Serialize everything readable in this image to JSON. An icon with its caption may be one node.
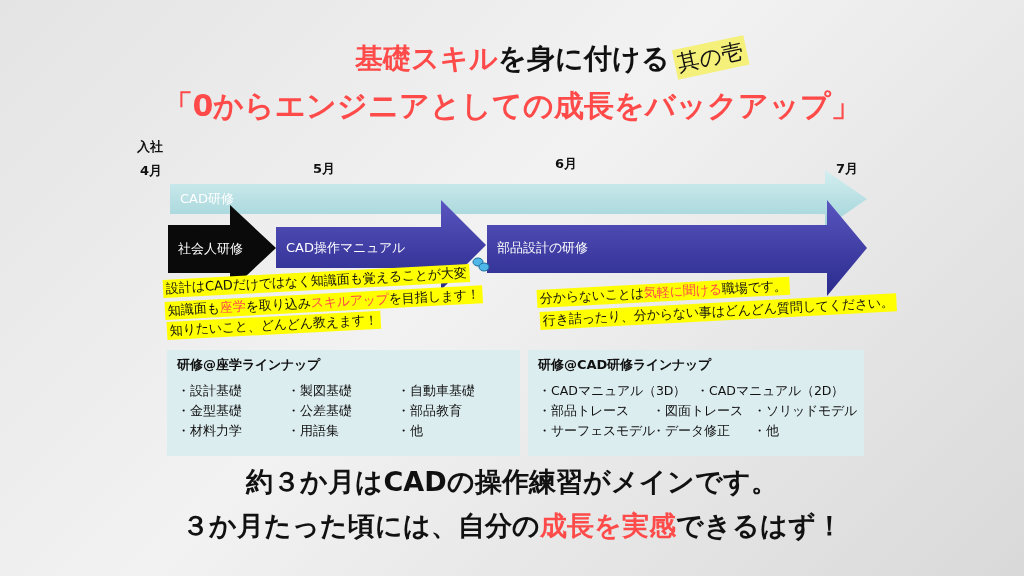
{
  "diagram": {
    "title": "**基礎スキル**を身に付ける",
    "nodes": [
      {
        "text": [
          "CAD研修"
        ]
      },
      {
        "text": [
          "社会人研修"
        ]
      },
      {
        "text": [
          "CAD操作マニュアル"
        ]
      },
      {
        "text": [
          "部品設計の研修"
        ]
      },
      {
        "text": [
          "研修@座学ラインナップ",
          "・設計基礎",
          "・製図基礎",
          "・自動車基礎",
          "・金型基礎",
          "・公差基礎",
          "・部品教育",
          "・材料力学",
          "・用語集",
          "・他"
        ]
      },
      {
        "text": [
          "研修@CAD研修ラインナップ",
          "・CADマニュアル（3D）",
          "・CADマニュアル（2D）",
          "・部品トレース",
          "・図面トレース",
          "・ソリッドモデル",
          "・サーフェスモデル",
          "・データ修正",
          "・他"
        ]
      }
    ],
    "labels": [
      "其の壱",
      "「0からエンジニアとしての成長をバックアップ」",
      "入社",
      "4月",
      "5月",
      "6月",
      "7月",
      "設計はCADだけではなく知識面も覚えることが大変",
      "知識面も**座学**を取り込み**スキルアップ**を目指します！",
      "知りたいこと、どんどん教えます！",
      "分からないことは**気軽に聞ける**職場です。",
      "行き詰ったり、分からない事はどんどん質問してください。",
      "約３か月はCADの操作練習がメインです。",
      "３か月たった頃には、自分の**成長を実感**できるはず！"
    ]
  }
}
